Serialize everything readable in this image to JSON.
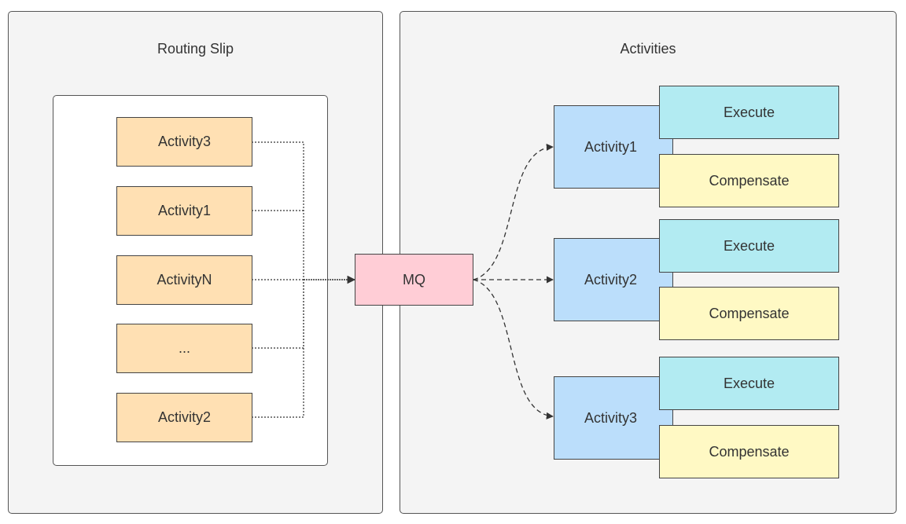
{
  "routing_slip": {
    "title": "Routing Slip",
    "items": [
      "Activity3",
      "Activity1",
      "ActivityN",
      "...",
      "Activity2"
    ]
  },
  "queue": {
    "label": "MQ"
  },
  "activities": {
    "title": "Activities",
    "groups": [
      {
        "name": "Activity1",
        "execute": "Execute",
        "compensate": "Compensate"
      },
      {
        "name": "Activity2",
        "execute": "Execute",
        "compensate": "Compensate"
      },
      {
        "name": "Activity3",
        "execute": "Execute",
        "compensate": "Compensate"
      }
    ]
  },
  "colors": {
    "slip_item": "#ffe0b3",
    "mq": "#ffcdd6",
    "activity": "#bbdefb",
    "execute": "#b2ebf2",
    "compensate": "#fff9c4",
    "panel": "#f4f4f4"
  }
}
